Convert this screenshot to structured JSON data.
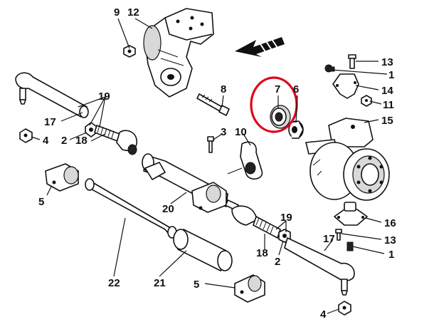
{
  "diagram": {
    "labels": {
      "l1a": "1",
      "l1b": "1",
      "l2a": "2",
      "l2b": "2",
      "l3": "3",
      "l4a": "4",
      "l4b": "4",
      "l5a": "5",
      "l5b": "5",
      "l6": "6",
      "l7": "7",
      "l8": "8",
      "l9": "9",
      "l10": "10",
      "l11": "11",
      "l12": "12",
      "l13a": "13",
      "l13b": "13",
      "l14": "14",
      "l15": "15",
      "l16": "16",
      "l17a": "17",
      "l17b": "17",
      "l18a": "18",
      "l18b": "18",
      "l19a": "19",
      "l19b": "19",
      "l20": "20",
      "l21": "21",
      "l22": "22"
    },
    "highlight_color": "#e0001a",
    "arrow_icon": "direction-arrow-icon"
  }
}
